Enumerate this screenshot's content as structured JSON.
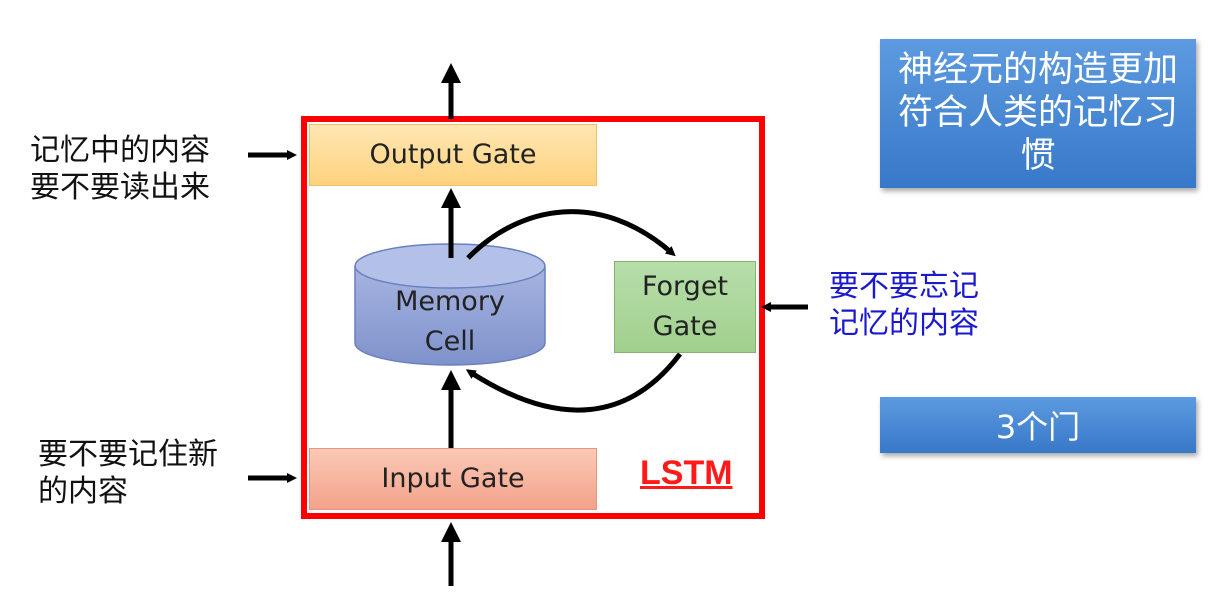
{
  "gates": {
    "output": "Output Gate",
    "input": "Input Gate",
    "forget_line1": "Forget",
    "forget_line2": "Gate"
  },
  "memory_cell": {
    "line1": "Memory",
    "line2": "Cell"
  },
  "lstm_label": "LSTM",
  "notes": {
    "read_line1": "记忆中的内容",
    "read_line2": "要不要读出来",
    "write_line1": "要不要记住新",
    "write_line2": "的内容",
    "forget_line1": "要不要忘记",
    "forget_line2": "记忆的内容"
  },
  "callouts": {
    "analogy": "神经元的构造更加符合人类的记忆习惯",
    "gate_count": "3个门"
  },
  "colors": {
    "lstm_border": "#ff0000",
    "output_gate": "#fdd27e",
    "input_gate": "#f3a28a",
    "forget_gate": "#a1d08d",
    "memory_cell": "#8497d0",
    "callout": "#4a8ad6",
    "forget_note_text": "#1a1acc"
  }
}
